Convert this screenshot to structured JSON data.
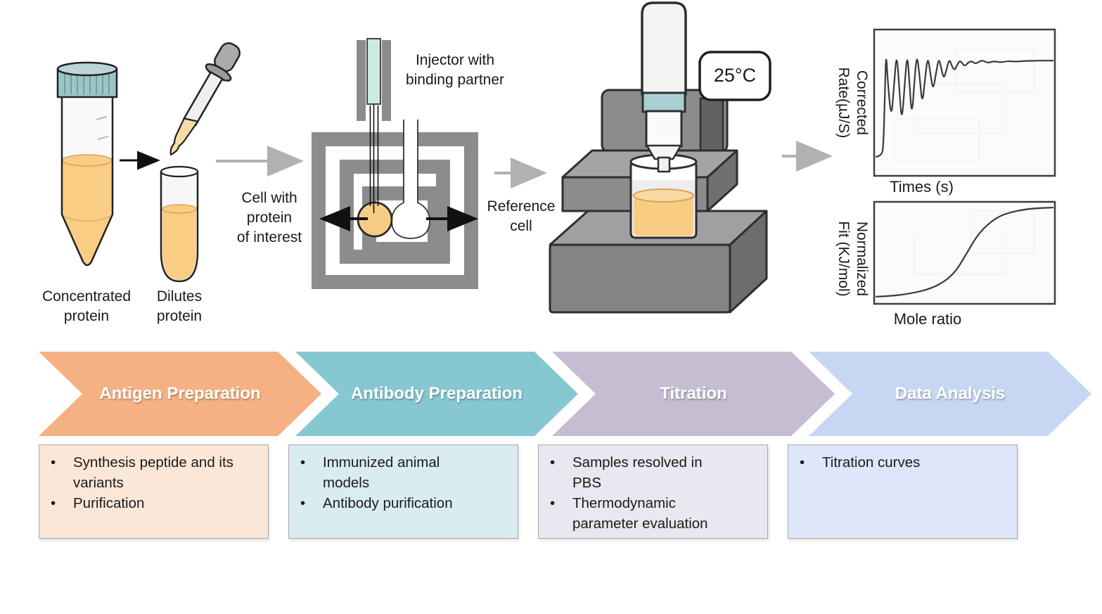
{
  "figure": {
    "temperature_label": "25°C",
    "tube_labels": {
      "concentrated": "Concentrated\nprotein",
      "diluted": "Dilutes\nprotein"
    },
    "cell_labels": {
      "injector": "Injector with\nbinding partner",
      "sample_cell": "Cell with\nprotein\nof interest",
      "reference_cell": "Reference\ncell"
    }
  },
  "colors": {
    "liquid_orange": "#F9CC83",
    "cap_teal": "#9DC4C7",
    "injector_mint": "#CCEBDD",
    "frame_gray": "#8C8C8C",
    "machine_gray": "#8A8C8E",
    "arrow_gray": "#B1B1B1"
  },
  "charts": [
    {
      "type": "line",
      "name": "raw-thermogram",
      "ylabel_lines": [
        "Corrected",
        "Rate(µJ/S)"
      ],
      "xlabel": "Times (s)",
      "points": [
        [
          0,
          0.87
        ],
        [
          0.042,
          0.87
        ],
        [
          0.052,
          0.78
        ],
        [
          0.06,
          0.4
        ],
        [
          0.066,
          0.15
        ],
        [
          0.075,
          0.35
        ],
        [
          0.095,
          0.62
        ],
        [
          0.11,
          0.38
        ],
        [
          0.125,
          0.15
        ],
        [
          0.139,
          0.4
        ],
        [
          0.153,
          0.64
        ],
        [
          0.168,
          0.4
        ],
        [
          0.183,
          0.15
        ],
        [
          0.196,
          0.38
        ],
        [
          0.209,
          0.6
        ],
        [
          0.223,
          0.35
        ],
        [
          0.237,
          0.16
        ],
        [
          0.252,
          0.33
        ],
        [
          0.267,
          0.52
        ],
        [
          0.282,
          0.33
        ],
        [
          0.297,
          0.18
        ],
        [
          0.311,
          0.3
        ],
        [
          0.326,
          0.42
        ],
        [
          0.342,
          0.3
        ],
        [
          0.358,
          0.19
        ],
        [
          0.372,
          0.27
        ],
        [
          0.386,
          0.34
        ],
        [
          0.401,
          0.27
        ],
        [
          0.416,
          0.2
        ],
        [
          0.43,
          0.25
        ],
        [
          0.445,
          0.28
        ],
        [
          0.46,
          0.24
        ],
        [
          0.475,
          0.21
        ],
        [
          0.489,
          0.235
        ],
        [
          0.503,
          0.25
        ],
        [
          0.52,
          0.225
        ],
        [
          0.54,
          0.215
        ],
        [
          0.56,
          0.235
        ],
        [
          0.58,
          0.22
        ],
        [
          0.6,
          0.21
        ],
        [
          0.63,
          0.23
        ],
        [
          0.66,
          0.215
        ],
        [
          0.7,
          0.225
        ],
        [
          0.74,
          0.215
        ],
        [
          0.78,
          0.22
        ],
        [
          0.83,
          0.215
        ],
        [
          0.9,
          0.213
        ],
        [
          1,
          0.212
        ]
      ]
    },
    {
      "type": "line",
      "name": "binding-isotherm",
      "ylabel_lines": [
        "Normalized",
        "Fit (KJ/mol)"
      ],
      "xlabel": "Mole ratio",
      "points": [
        [
          0,
          0.93
        ],
        [
          0.08,
          0.925
        ],
        [
          0.16,
          0.91
        ],
        [
          0.24,
          0.885
        ],
        [
          0.32,
          0.845
        ],
        [
          0.38,
          0.79
        ],
        [
          0.43,
          0.72
        ],
        [
          0.47,
          0.63
        ],
        [
          0.5,
          0.54
        ],
        [
          0.53,
          0.45
        ],
        [
          0.56,
          0.36
        ],
        [
          0.6,
          0.27
        ],
        [
          0.65,
          0.19
        ],
        [
          0.7,
          0.135
        ],
        [
          0.76,
          0.1
        ],
        [
          0.83,
          0.075
        ],
        [
          0.9,
          0.062
        ],
        [
          1,
          0.055
        ]
      ]
    }
  ],
  "steps": [
    {
      "title": "Antigen Preparation",
      "chevron_color": "#F5B183",
      "box_color": "#FBE7D8",
      "items": [
        "Synthesis peptide and its\nvariants",
        "Purification"
      ]
    },
    {
      "title": "Antibody Preparation",
      "chevron_color": "#87C7D2",
      "box_color": "#D9ECF1",
      "items": [
        "Immunized animal\nmodels",
        "Antibody purification"
      ]
    },
    {
      "title": "Titration",
      "chevron_color": "#C5BDD2",
      "box_color": "#E9E7EF",
      "items": [
        "Samples resolved in\nPBS",
        "Thermodynamic\nparameter evaluation"
      ]
    },
    {
      "title": "Data Analysis",
      "chevron_color": "#C7D7F3",
      "box_color": "#DDE7F9",
      "items": [
        "Titration curves"
      ]
    }
  ]
}
